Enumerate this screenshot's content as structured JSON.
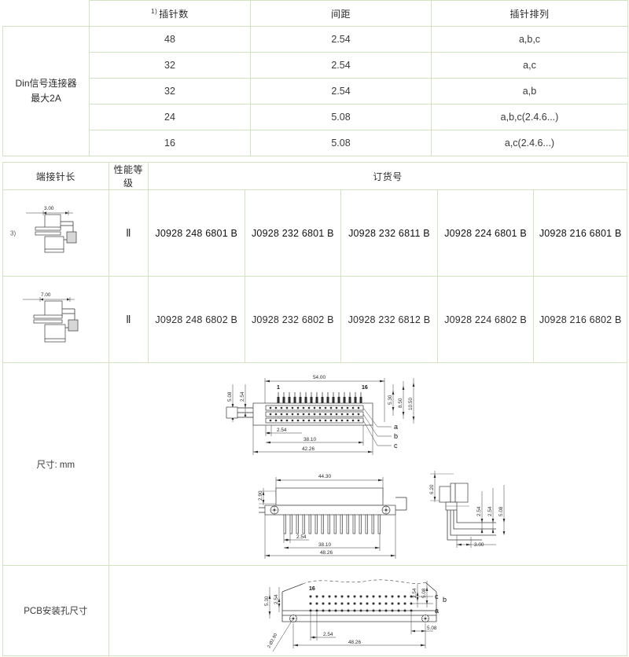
{
  "document": {
    "kind": "connector-datasheet-table",
    "units_note": "mm"
  },
  "spec_table": {
    "family_label": "Din信号连接器\n最大2A",
    "family_line1": "Din信号连接器",
    "family_line2": "最大2A",
    "headers": {
      "pin_count": "插针数",
      "pin_count_footnote": "1)",
      "pitch": "间距",
      "arrangement": "插针排列"
    },
    "rows": [
      {
        "pin_count": "48",
        "pitch": "2.54",
        "arrangement": "a,b,c"
      },
      {
        "pin_count": "32",
        "pitch": "2.54",
        "arrangement": "a,c"
      },
      {
        "pin_count": "32",
        "pitch": "2.54",
        "arrangement": "a,b"
      },
      {
        "pin_count": "24",
        "pitch": "5.08",
        "arrangement": "a,b,c(2.4.6...)"
      },
      {
        "pin_count": "16",
        "pitch": "5.08",
        "arrangement": "a,c(2.4.6...)"
      }
    ]
  },
  "order_table": {
    "headers": {
      "tail_length": "端接针长",
      "performance_grade": "性能等级",
      "order_number": "订货号"
    },
    "rows": [
      {
        "drawing_footnote": "3)",
        "tail_dimension": "3.00",
        "grade": "Ⅱ",
        "bold": true,
        "order_numbers": [
          "J0928 248 6801 B",
          "J0928 232 6801 B",
          "J0928 232 6811 B",
          "J0928 224 6801 B",
          "J0928 216 6801 B"
        ]
      },
      {
        "drawing_footnote": "",
        "tail_dimension": "7.00",
        "grade": "Ⅱ",
        "bold": false,
        "order_numbers": [
          "J0928 248 6802 B",
          "J0928 232 6802 B",
          "J0928 232 6812 B",
          "J0928 224 6802 B",
          "J0928 216 6802 B"
        ]
      }
    ],
    "dimension_row": {
      "label": "尺寸：mm",
      "label_plain": "尺寸: mm"
    },
    "pcb_row": {
      "label": "PCB安装孔尺寸"
    }
  },
  "drawings": {
    "top_view": {
      "dims": [
        "54.00",
        "5.08",
        "2.54",
        "5.30",
        "8.50",
        "10.50",
        "2.54",
        "38.10",
        "42.26"
      ],
      "pin_first": "1",
      "pin_last": "16",
      "row_labels": [
        "a",
        "b",
        "c"
      ]
    },
    "front_view": {
      "dims": [
        "44.30",
        "2.90",
        "2.54",
        "38.10",
        "48.26"
      ]
    },
    "side_view": {
      "dims": [
        "6.20",
        "2.54",
        "2.54",
        "5.08",
        "3.00"
      ]
    },
    "pcb_view": {
      "dims": [
        "5.30",
        "2.54",
        "2.54",
        "5.08",
        "2.54",
        "48.26",
        "5.08"
      ],
      "hole_note": "2-Ø2.80",
      "pin_last": "16",
      "row_labels": [
        "c",
        "b",
        "a"
      ]
    }
  },
  "colors": {
    "header_green": "#d8ead0",
    "border_green": "#cfe4c0",
    "text": "#333333",
    "line": "#3c3c3c"
  }
}
